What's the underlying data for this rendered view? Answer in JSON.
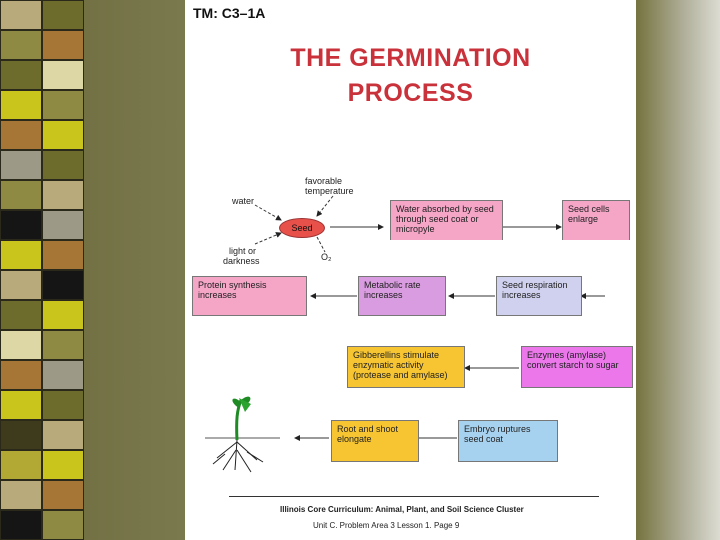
{
  "header": {
    "tm_code": "TM: C3–1A",
    "title_line1": "THE GERMINATION",
    "title_line2": "PROCESS"
  },
  "factors": {
    "seed": "Seed",
    "water": "water",
    "temperature_line1": "favorable",
    "temperature_line2": "temperature",
    "light_line1": "light or",
    "light_line2": "darkness",
    "oxygen": "O₂"
  },
  "steps": {
    "water_absorbed": "Water absorbed by seed through seed coat or micropyle",
    "cells_enlarge": "Seed cells enlarge",
    "respiration": "Seed respiration increases",
    "metabolic_rate": "Metabolic rate increases",
    "protein_synthesis": "Protein synthesis increases",
    "enzymes": "Enzymes (amylase) convert starch to sugar",
    "gibberellins": "Gibberellins stimulate enzymatic activity (protease and amylase)",
    "embryo_ruptures": "Embryo ruptures seed coat",
    "root_shoot": "Root and shoot elongate"
  },
  "footer": {
    "line1": "Illinois Core Curriculum: Animal, Plant, and Soil Science Cluster",
    "line2": "Unit C. Problem Area 3 Lesson 1. Page 9"
  },
  "colors": {
    "title_red": "#c9323a",
    "seed_red": "#e8504a",
    "stripe_yellow": "#c9c51d"
  }
}
